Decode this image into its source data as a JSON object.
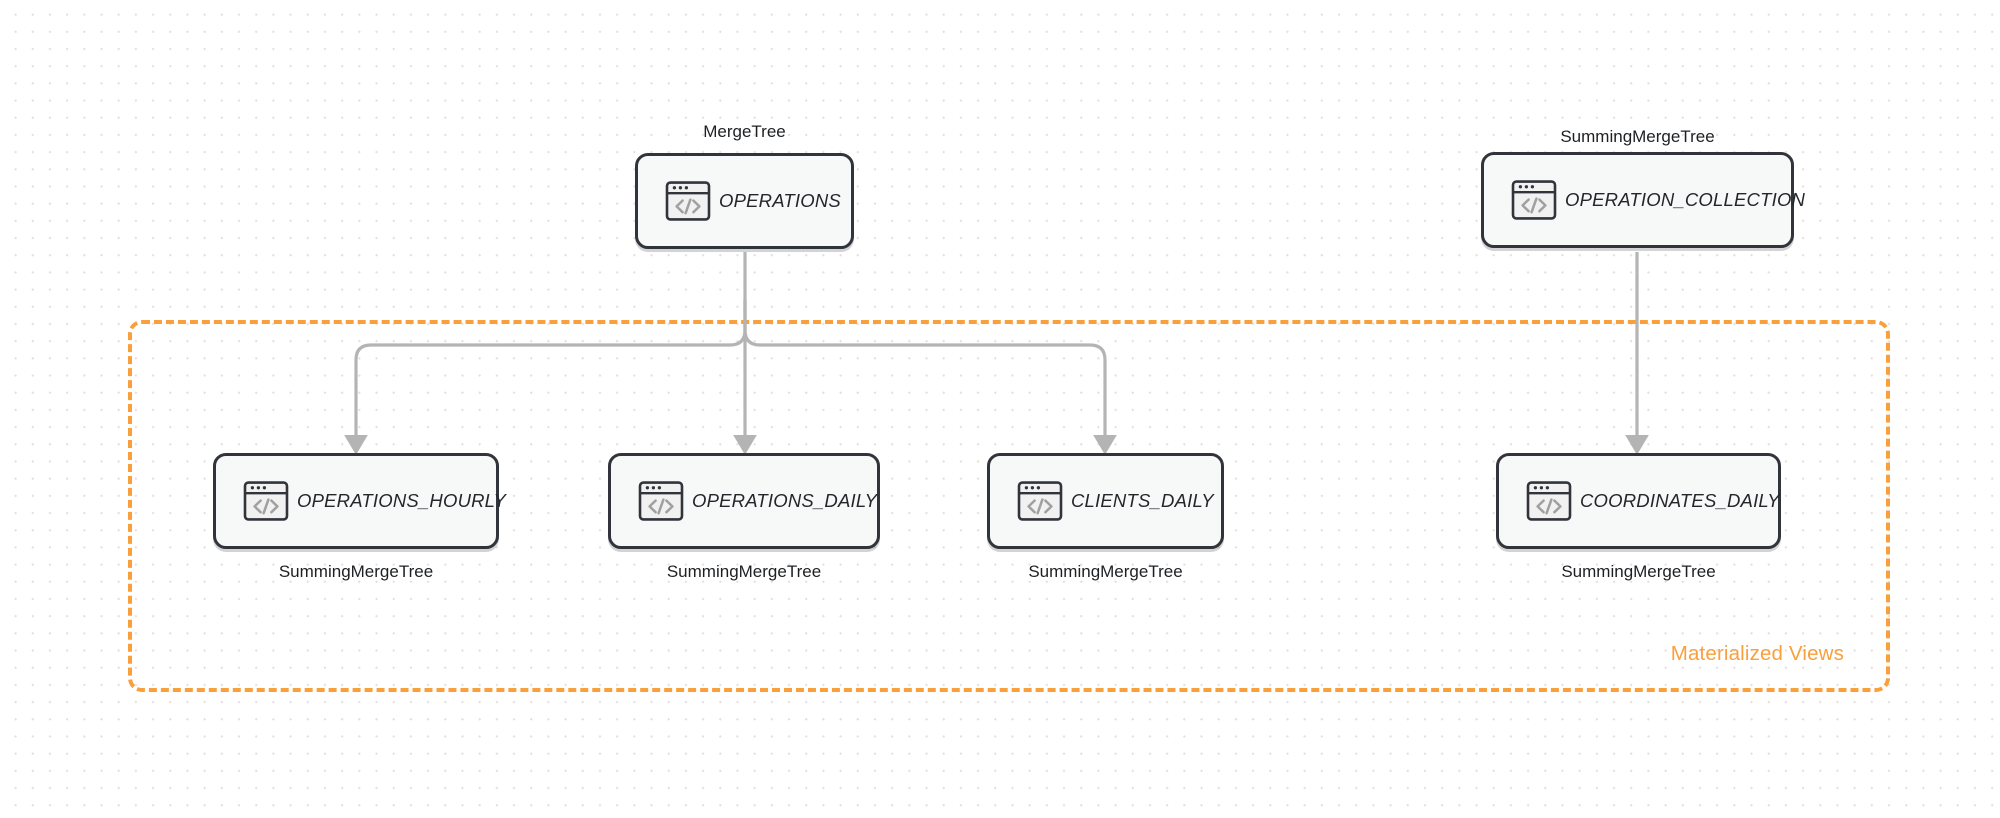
{
  "diagram": {
    "title": "Materialized Views",
    "background": "#ffffff",
    "grid_dot_color": "#e6dede",
    "accent_color": "#f9a03c",
    "node_border_color": "#31353b",
    "node_fill_color": "#f7f8f8",
    "connector_color": "#b4b4b4"
  },
  "group": {
    "label": "Materialized Views",
    "style": "dashed",
    "color": "#f9a03c"
  },
  "nodes": [
    {
      "id": "operations",
      "label": "OPERATIONS",
      "engine": "MergeTree",
      "engine_position": "above",
      "icon": "code-window-icon"
    },
    {
      "id": "operation_collection",
      "label": "OPERATION_COLLECTION",
      "engine": "SummingMergeTree",
      "engine_position": "above",
      "icon": "code-window-icon"
    },
    {
      "id": "operations_hourly",
      "label": "OPERATIONS_HOURLY",
      "engine": "SummingMergeTree",
      "engine_position": "below",
      "icon": "code-window-icon"
    },
    {
      "id": "operations_daily",
      "label": "OPERATIONS_DAILY",
      "engine": "SummingMergeTree",
      "engine_position": "below",
      "icon": "code-window-icon"
    },
    {
      "id": "clients_daily",
      "label": "CLIENTS_DAILY",
      "engine": "SummingMergeTree",
      "engine_position": "below",
      "icon": "code-window-icon"
    },
    {
      "id": "coordinates_daily",
      "label": "COORDINATES_DAILY",
      "engine": "SummingMergeTree",
      "engine_position": "below",
      "icon": "code-window-icon"
    }
  ],
  "edges": [
    {
      "from": "operations",
      "to": "operations_hourly",
      "arrow": "single"
    },
    {
      "from": "operations",
      "to": "operations_daily",
      "arrow": "single"
    },
    {
      "from": "operations",
      "to": "clients_daily",
      "arrow": "single"
    },
    {
      "from": "operation_collection",
      "to": "coordinates_daily",
      "arrow": "single"
    }
  ]
}
